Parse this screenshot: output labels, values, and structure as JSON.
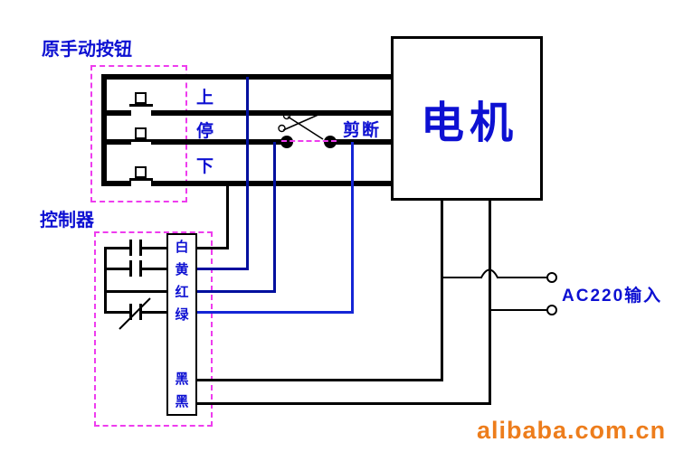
{
  "diagram": {
    "title_area": {
      "manual_button_label": "原手动按钮",
      "controller_label": "控制器"
    },
    "button_rows": {
      "up": "上",
      "stop": "停",
      "down": "下"
    },
    "cut_label": "剪断",
    "motor_label": "电机",
    "ac_input_label": "AC220输入",
    "wire_color_labels": [
      "白",
      "黄",
      "红",
      "绿",
      "黑",
      "黑"
    ],
    "watermark": "alibaba.com.cn",
    "colors": {
      "label_blue": "#0d10d2",
      "group_box_magenta": "#ee3cee",
      "wire_navy": "#000f9e",
      "wire_blue": "#1526d6",
      "watermark_orange": "#ed7d1c",
      "line_black": "#000000"
    }
  }
}
